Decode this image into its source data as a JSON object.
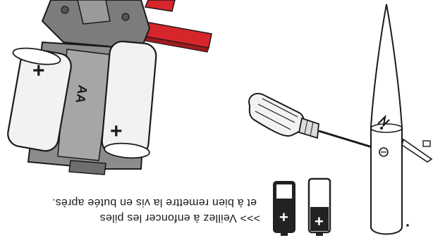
{
  "instruction": {
    "line1": ">>> Veillez à enfoncer les piles",
    "line2": "et à bien remettre la vis en butée après."
  },
  "battery_icon": {
    "left_label": "+",
    "right_label": "+"
  },
  "pack": {
    "top_battery_sign": "+",
    "bottom_battery_sign": "+",
    "holder_label": "AA"
  },
  "colors": {
    "line": "#1a1a1a",
    "battery_light": "#f2f2f2",
    "holder_gray": "#8c8c8c",
    "lever_red": "#d7262b",
    "icon_dark": "#222222"
  }
}
